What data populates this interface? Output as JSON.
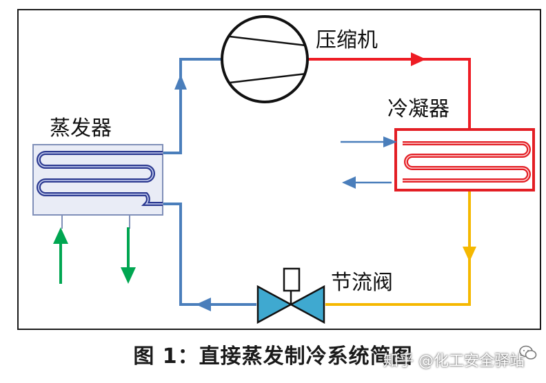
{
  "labels": {
    "compressor": "压缩机",
    "condenser": "冷凝器",
    "evaporator": "蒸发器",
    "valve": "节流阀"
  },
  "caption": "图 1：直接蒸发制冷系统简图",
  "watermark": "知乎 @化工安全驿站",
  "colors": {
    "frame": "#1a1a1a",
    "low_pressure_line": "#4a7ebb",
    "high_pressure_gas": "#ee1c24",
    "liquid_line": "#f5b800",
    "evap_coil": "#2b3990",
    "cond_coil": "#e31e24",
    "secondary_flow": "#00a651",
    "valve_fill": "#3fa9d0"
  }
}
